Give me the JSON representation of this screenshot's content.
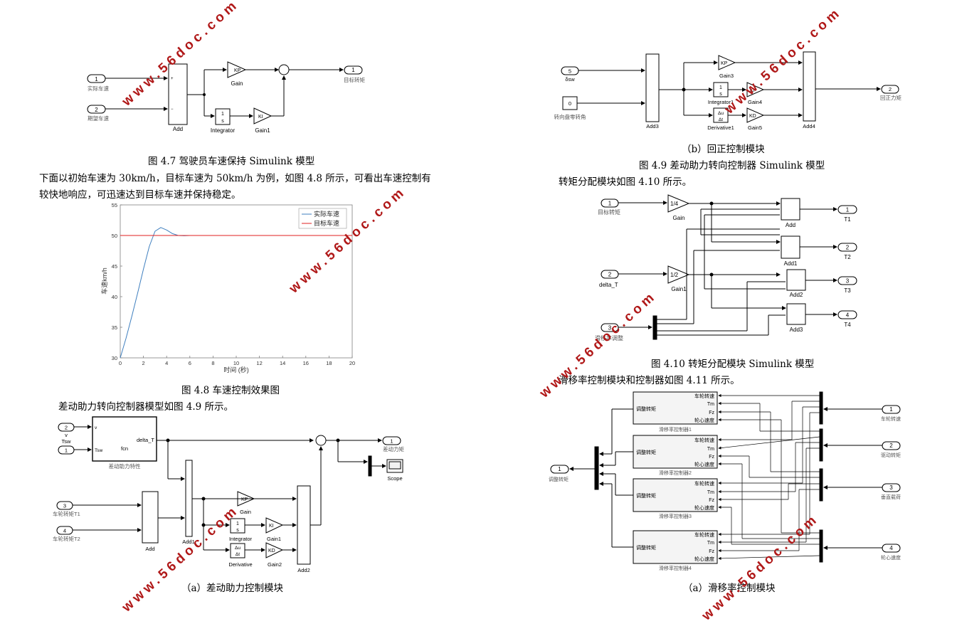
{
  "fig47": {
    "in1_num": "1",
    "in1_label": "实际车速",
    "in2_num": "2",
    "in2_label": "期望车速",
    "sum_label": "Add",
    "gain_kp": "KP",
    "gain_label": "Gain",
    "integ_label": "Integrator",
    "integ_sym_top": "1",
    "integ_sym_bot": "s",
    "gain_ki": "KI",
    "gain1_label": "Gain1",
    "out_num": "1",
    "out_label": "目标转矩",
    "plus": "+",
    "minus": "−",
    "caption": "图 4.7  驾驶员车速保持 Simulink 模型"
  },
  "para1_line1": "下面以初始车速为 30km/h，目标车速为 50km/h 为例，如图 4.8 所示，可看出车速控制有",
  "para1_line2": "较快地响应，可迅速达到目标车速并保持稳定。",
  "chart_data": {
    "type": "line",
    "title": "",
    "xlabel": "时间 (秒)",
    "ylabel": "车速km/h",
    "xlim": [
      0,
      20
    ],
    "ylim": [
      30,
      55
    ],
    "xticks": [
      0,
      2,
      4,
      6,
      8,
      10,
      12,
      14,
      16,
      18,
      20
    ],
    "yticks": [
      30,
      35,
      40,
      45,
      50,
      55
    ],
    "legend_position": "top-right",
    "grid": false,
    "series": [
      {
        "name": "实际车速",
        "color": "#3f7fbf",
        "x": [
          0,
          0.5,
          1.0,
          1.5,
          2.0,
          2.5,
          3.0,
          3.5,
          4.0,
          4.5,
          5.0,
          5.5,
          6.0,
          7.0,
          8.0,
          20.0
        ],
        "y": [
          30,
          33.2,
          36.8,
          40.6,
          44.5,
          48.2,
          50.7,
          51.3,
          50.9,
          50.3,
          50.0,
          49.95,
          50.0,
          50.0,
          50.0,
          50.0
        ]
      },
      {
        "name": "目标车速",
        "color": "#e02020",
        "x": [
          0,
          20
        ],
        "y": [
          50,
          50
        ]
      }
    ]
  },
  "fig48_caption": "图 4.8 车速控制效果图",
  "para2": "差动助力转向控制器模型如图 4.9 所示。",
  "fig49a": {
    "in_v_num": "2",
    "in_v_label": "v",
    "in_tsw_num": "1",
    "in_tsw_label": "Tsw",
    "fcn_port_v": "v",
    "fcn_port_tsw": "Tsw",
    "fcn_label": "fcn",
    "fcn_out": "delta_T",
    "fcn_caption": "差动助力特性",
    "out_num": "1",
    "out_label": "差动力矩",
    "scope_label": "Scope",
    "in_t1_num": "3",
    "in_t1_label": "车轮转矩T1",
    "in_t2_num": "4",
    "in_t2_label": "车轮转矩T2",
    "add_label": "Add",
    "add1_label": "Add1",
    "add2_label": "Add2",
    "gain_kp": "KP",
    "gain_label": "Gain",
    "integ_label": "Integrator",
    "gain_ki": "KI",
    "gain1_label": "Gain1",
    "deriv_sym_top": "Δu",
    "deriv_sym_bot": "Δt",
    "deriv_label": "Derivative",
    "gain_kd": "KD",
    "gain2_label": "Gain2",
    "caption": "（a）差动助力控制模块"
  },
  "fig49b": {
    "in5_num": "5",
    "in5_label": "δsw",
    "const_val": "0",
    "const_label": "转向盘零转角",
    "add3_label": "Add3",
    "add4_label": "Add4",
    "gain_kp": "KP",
    "gain3_label": "Gain3",
    "integ1_label": "Integrator1",
    "gain_ki": "KI",
    "gain4_label": "Gain4",
    "deriv1_label": "Derivative1",
    "gain_kd": "KD",
    "gain5_label": "Gain5",
    "out_num": "2",
    "out_label": "回正力矩",
    "caption": "（b）回正控制模块"
  },
  "fig49_caption": "图 4.9 差动助力转向控制器 Simulink 模型",
  "para3": "转矩分配模块如图 4.10 所示。",
  "fig410": {
    "in1_num": "1",
    "in1_label": "目标转矩",
    "in2_num": "2",
    "in2_label": "delta_T",
    "in3_num": "3",
    "in3_label": "滑移率调整",
    "gain_val": "1/4",
    "gain_label": "Gain",
    "gain1_val": "1/2",
    "gain1_label": "Gain1",
    "add_labels": [
      "Add",
      "Add1",
      "Add2",
      "Add3"
    ],
    "out_nums": [
      "1",
      "2",
      "3",
      "4"
    ],
    "out_labels": [
      "T1",
      "T2",
      "T3",
      "T4"
    ],
    "caption": "图 4.10 转矩分配模块 Simulink 模型"
  },
  "para4": "滑移率控制模块和控制器如图 4.11 所示。",
  "fig411": {
    "out_num": "1",
    "out_label": "调整转矩",
    "ctrl_in_label": "调整转矩",
    "ctrl_ports": [
      "车轮转速",
      "Tm",
      "Fz",
      "轮心速度"
    ],
    "ctrl_names": [
      "滑移率控制器1",
      "滑移率控制器2",
      "滑移率控制器3",
      "滑移率控制器4"
    ],
    "in_nums": [
      "1",
      "2",
      "3",
      "4"
    ],
    "in_labels": [
      "车轮转速",
      "驱动转矩",
      "垂直载荷",
      "轮心速度"
    ],
    "caption": "（a）滑移率控制模块"
  },
  "watermark": "www.56doc.com"
}
